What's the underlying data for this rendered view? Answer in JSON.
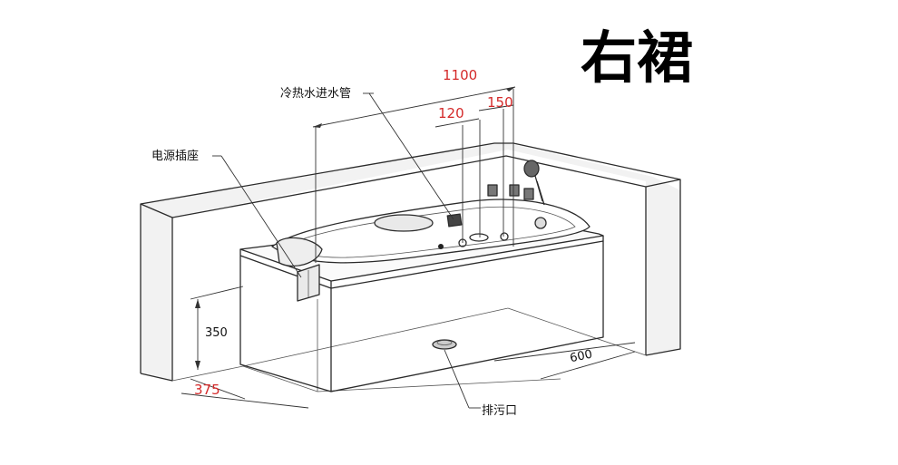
{
  "title": "右裙",
  "labels": {
    "inlet_pipe": "冷热水进水管",
    "power_socket": "电源插座",
    "drain": "排污口"
  },
  "dimensions": {
    "width_1100": "1100",
    "offset_120": "120",
    "offset_150": "150",
    "height_350": "350",
    "depth_375": "375",
    "depth_600": "600"
  }
}
